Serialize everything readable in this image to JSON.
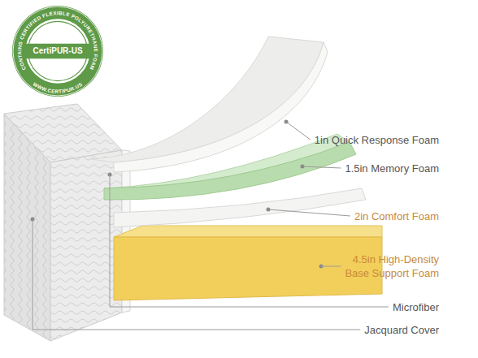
{
  "diagram": {
    "nodes": [
      {
        "text": [
          "CertiPUR-US",
          "CONTAINS CERTIFIED FLEXIBLE POLYURETHANE FOAM",
          "WWW.CERTIPUR.US"
        ]
      }
    ],
    "labels": [
      "1in Quick Response Foam",
      "1.5in Memory Foam",
      "2in Comfort Foam",
      "4.5in High-Density Base Support Foam",
      "Microfiber",
      "Jacquard Cover"
    ]
  }
}
